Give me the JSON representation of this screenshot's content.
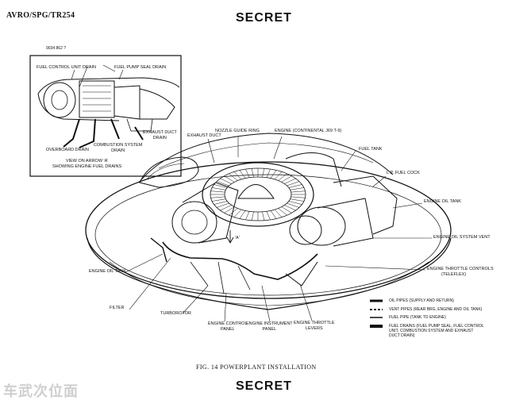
{
  "header": {
    "doc_id": "AVRO/SPG/TR254",
    "classification": "SECRET",
    "stamp": "9034 862 ?"
  },
  "inset": {
    "caption_line1": "VIEW ON ARROW 'A'",
    "caption_line2": "SHOWING ENGINE FUEL DRAINS",
    "labels": {
      "fuel_control_unit_drain": "FUEL CONTROL UNIT DRAIN",
      "fuel_pump_seal_drain": "FUEL PUMP SEAL DRAIN",
      "exhaust_duct_drain_1": "EXHAUST DUCT",
      "exhaust_duct_drain_2": "DRAIN",
      "combustion_system_drain_1": "COMBUSTION SYSTEM",
      "combustion_system_drain_2": "DRAIN",
      "overboard_drain": "OVERBOARD DRAIN"
    }
  },
  "labels": {
    "exhaust_duct": "EXHAUST DUCT",
    "nozzle_guide_ring": "NOZZLE GUIDE RING",
    "engine_continental": "ENGINE (CONTINENTAL J69 T-9)",
    "fuel_tank": "FUEL TANK",
    "lp_fuel_cock": "L.P. FUEL COCK",
    "engine_oil_tank_right": "ENGINE OIL TANK",
    "engine_oil_system_vent": "ENGINE OIL SYSTEM VENT",
    "engine_throttle_controls_1": "ENGINE THROTTLE CONTROLS",
    "engine_throttle_controls_2": "(TELEFLEX)",
    "engine_oil_tank_left": "ENGINE OIL TANK",
    "filter": "FILTER",
    "turborotor": "TURBOROTOR",
    "engine_control_panel_1": "ENGINE CONTROL",
    "engine_control_panel_2": "PANEL",
    "engine_instrument_panel_1": "ENGINE INSTRUMENT",
    "engine_instrument_panel_2": "PANEL",
    "engine_throttle_levers_1": "ENGINE THROTTLE",
    "engine_throttle_levers_2": "LEVERS",
    "arrow_a": "'A'"
  },
  "legend": [
    {
      "style": "solid-thick",
      "text": "OIL PIPES (SUPPLY AND RETURN)"
    },
    {
      "style": "dashed",
      "text": "VENT PIPES (REAR BRG, ENGINE AND OIL TANK)"
    },
    {
      "style": "solid",
      "text": "FUEL PIPE (TANK TO ENGINE)"
    },
    {
      "style": "solid-heavy",
      "text": "FUEL DRAINS (FUEL PUMP SEAL, FUEL CONTROL\nUNIT, COMBUSTION SYSTEM AND EXHAUST\nDUCT DRAIN)"
    }
  ],
  "figure_caption": "FIG. 14 POWERPLANT INSTALLATION",
  "watermark": "车武次位面"
}
